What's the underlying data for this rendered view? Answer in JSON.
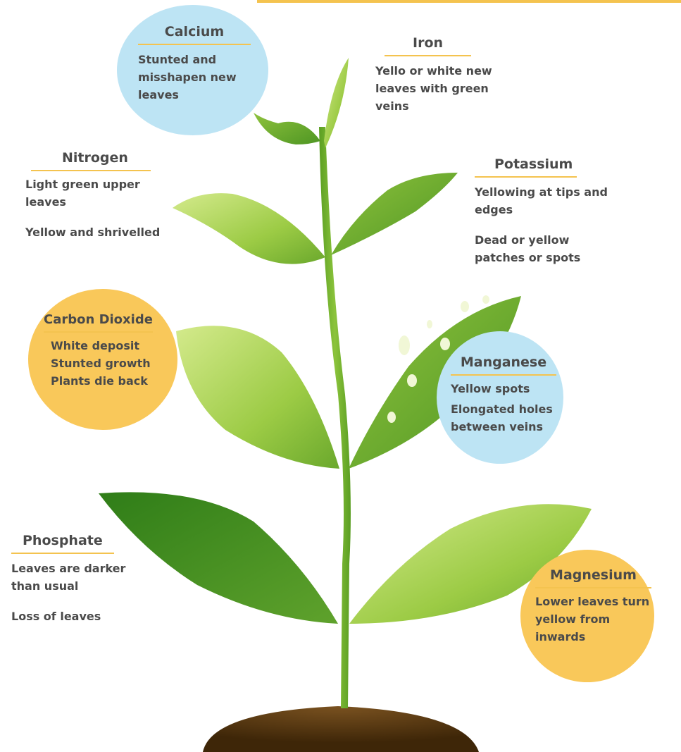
{
  "colors": {
    "blue_circle": "#bde4f4",
    "yellow_circle": "#f9c85a",
    "accent_line": "#f4c34f",
    "leaf_light": "#a9d24a",
    "leaf_dark": "#3f8a1e",
    "soil": "#5a3a14",
    "text": "#4a4a4a"
  },
  "nutrients": {
    "calcium": {
      "title": "Calcium",
      "lines": [
        "Stunted and\nmisshapen new\nleaves"
      ]
    },
    "iron": {
      "title": "Iron",
      "lines": [
        "Yello or white new\nleaves with green\nveins"
      ]
    },
    "nitrogen": {
      "title": "Nitrogen",
      "lines": [
        "Light green upper\nleaves",
        "Yellow and shrivelled"
      ]
    },
    "potassium": {
      "title": "Potassium",
      "lines": [
        "Yellowing at tips and\nedges",
        "Dead or yellow\npatches or spots"
      ]
    },
    "carbon_dioxide": {
      "title": "Carbon Dioxide",
      "lines": [
        "White deposit",
        "Stunted growth",
        "Plants die back"
      ]
    },
    "manganese": {
      "title": "Manganese",
      "lines": [
        "Yellow spots",
        "Elongated holes\nbetween veins"
      ]
    },
    "phosphate": {
      "title": "Phosphate",
      "lines": [
        "Leaves are darker\nthan usual",
        "Loss of leaves"
      ]
    },
    "magnesium": {
      "title": "Magnesium",
      "lines": [
        "Lower leaves turn\nyellow from\ninwards"
      ]
    }
  }
}
